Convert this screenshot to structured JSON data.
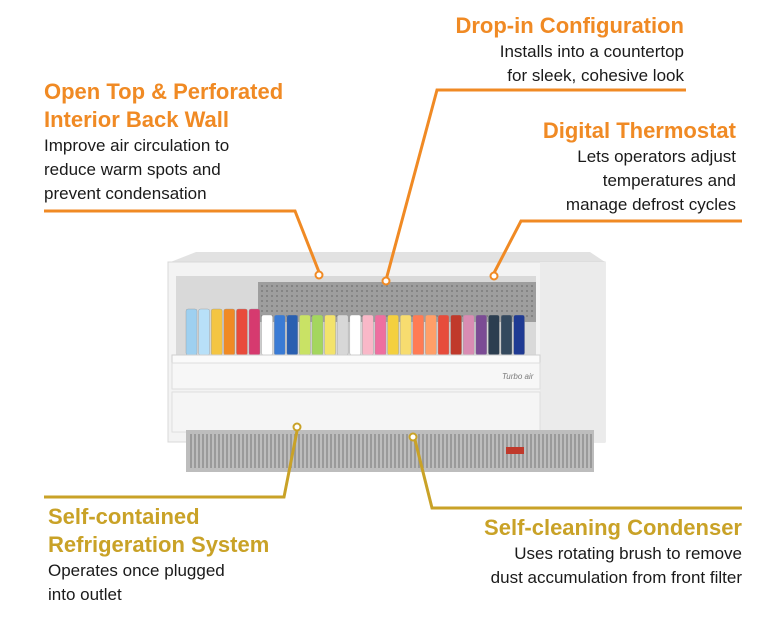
{
  "colors": {
    "orange": "#f08a24",
    "gold": "#c9a227",
    "unit_body": "#f1f1f1",
    "grille": "#b9b9b9"
  },
  "callouts": {
    "drop_in": {
      "title": "Drop-in Configuration",
      "desc": "Installs into a countertop\nfor sleek, cohesive look"
    },
    "open_top": {
      "title": "Open Top & Perforated\nInterior Back Wall",
      "desc": "Improve air circulation to\nreduce warm spots and\nprevent condensation"
    },
    "thermostat": {
      "title": "Digital Thermostat",
      "desc": "Lets operators adjust\ntemperatures and\nmanage defrost cycles"
    },
    "self_contained": {
      "title": "Self-contained\nRefrigeration System",
      "desc": "Operates once plugged\ninto outlet"
    },
    "self_cleaning": {
      "title": "Self-cleaning Condenser",
      "desc": "Uses rotating brush to remove\ndust accumulation from front filter"
    }
  },
  "product": {
    "logo_text": "Turbo air"
  }
}
